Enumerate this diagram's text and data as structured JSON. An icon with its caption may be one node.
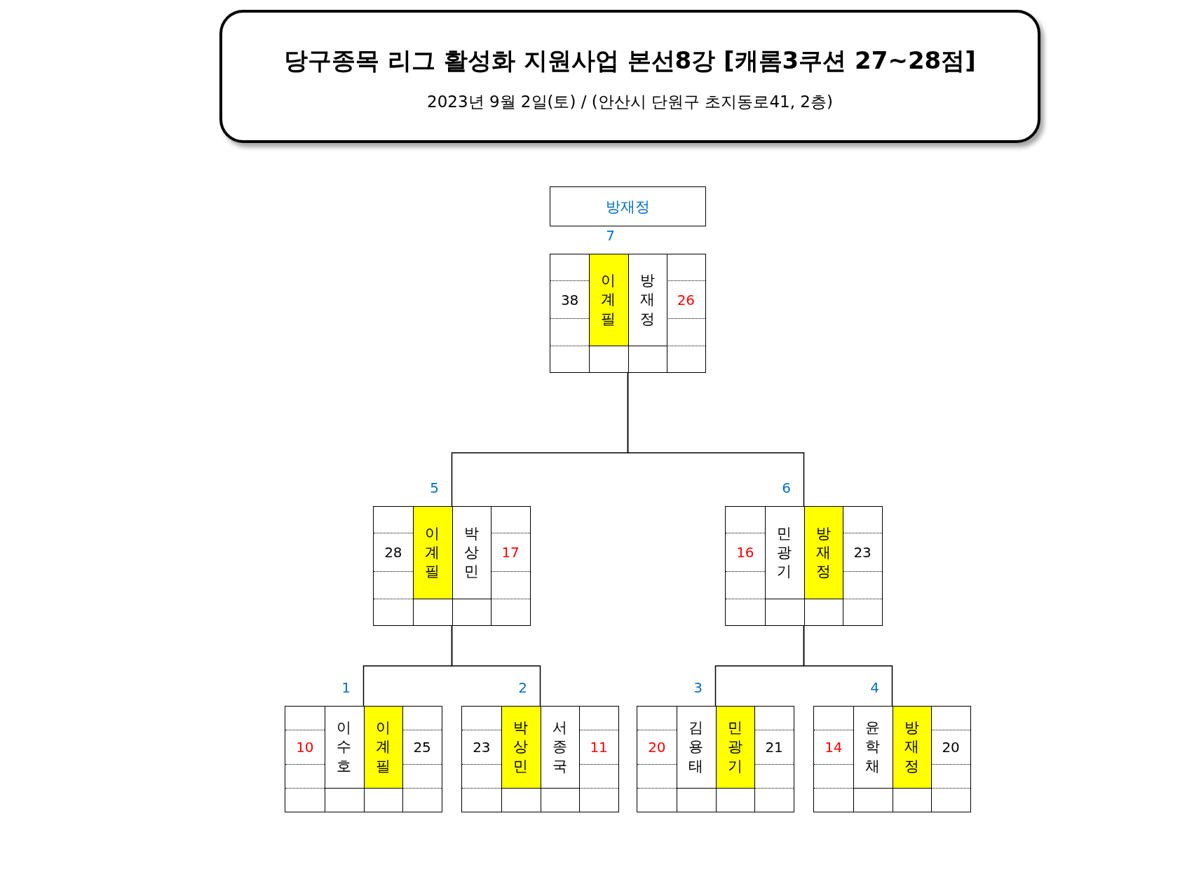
{
  "diagram": {
    "title": "당구종목 리그 활성화 지원사업 본선8강 [캐롬3쿠션 27~28점]",
    "nodes": [
      {
        "text": [
          "방재정"
        ]
      },
      {
        "text": [
          "7"
        ]
      },
      {
        "text": [
          "38"
        ],
        "in": 1
      },
      {
        "text": [
          "이계필"
        ],
        "in": 1
      },
      {
        "text": [
          "방재정"
        ],
        "in": 1
      },
      {
        "text": [
          "26"
        ],
        "in": 1
      },
      {
        "text": [
          "5"
        ]
      },
      {
        "text": [
          "28"
        ],
        "in": 6
      },
      {
        "text": [
          "이계필"
        ],
        "in": 6
      },
      {
        "text": [
          "박상민"
        ],
        "in": 6
      },
      {
        "text": [
          "17"
        ],
        "in": 6
      },
      {
        "text": [
          "6"
        ]
      },
      {
        "text": [
          "16"
        ],
        "in": 11
      },
      {
        "text": [
          "민광기"
        ],
        "in": 11
      },
      {
        "text": [
          "방재정"
        ],
        "in": 11
      },
      {
        "text": [
          "23"
        ],
        "in": 11
      },
      {
        "text": [
          "1"
        ]
      },
      {
        "text": [
          "10"
        ],
        "in": 16
      },
      {
        "text": [
          "이수호"
        ],
        "in": 16
      },
      {
        "text": [
          "이계필"
        ],
        "in": 16
      },
      {
        "text": [
          "25"
        ],
        "in": 16
      },
      {
        "text": [
          "2"
        ]
      },
      {
        "text": [
          "23"
        ],
        "in": 21
      },
      {
        "text": [
          "박상민"
        ],
        "in": 21
      },
      {
        "text": [
          "서종국"
        ],
        "in": 21
      },
      {
        "text": [
          "11"
        ],
        "in": 21
      },
      {
        "text": [
          "3"
        ]
      },
      {
        "text": [
          "20"
        ],
        "in": 26
      },
      {
        "text": [
          "김용태"
        ],
        "in": 26
      },
      {
        "text": [
          "민광기"
        ],
        "in": 26
      },
      {
        "text": [
          "21"
        ],
        "in": 26
      },
      {
        "text": [
          "4"
        ]
      },
      {
        "text": [
          "14"
        ],
        "in": 31
      },
      {
        "text": [
          "윤학채"
        ],
        "in": 31
      },
      {
        "text": [
          "방재정"
        ],
        "in": 31
      },
      {
        "text": [
          "20"
        ],
        "in": 31
      }
    ],
    "edges": [
      {
        "from": 1,
        "to": 6,
        "arrow": "none"
      },
      {
        "from": 1,
        "to": 11,
        "arrow": "none"
      },
      {
        "from": 6,
        "to": 16,
        "arrow": "none"
      },
      {
        "from": 6,
        "to": 21,
        "arrow": "none"
      },
      {
        "from": 11,
        "to": 26,
        "arrow": "none"
      },
      {
        "from": 11,
        "to": 31,
        "arrow": "none"
      }
    ],
    "labels": [
      "2023년 9월 2일(토) / (안산시 단원구 초지동로41, 2층)"
    ]
  }
}
